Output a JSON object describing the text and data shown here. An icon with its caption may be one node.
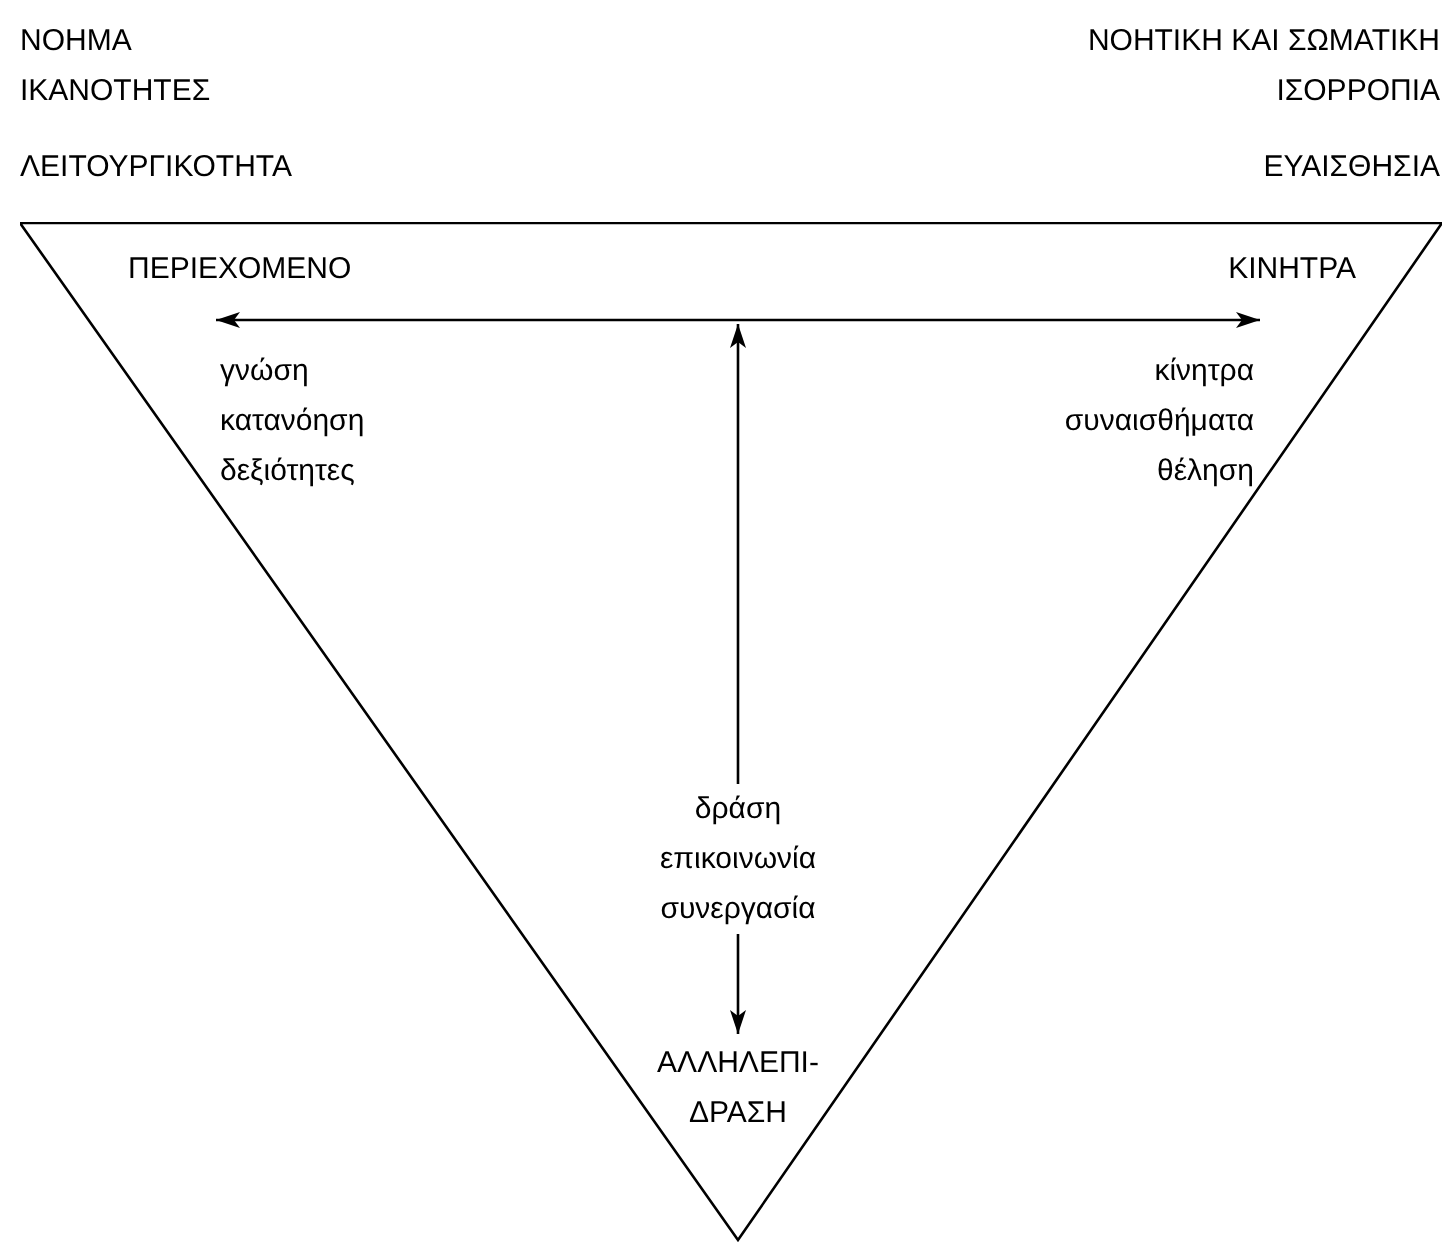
{
  "diagram": {
    "nodes": [
      {
        "text": [],
        "shape": "triangle"
      },
      {
        "text": [
          "ΠΕΡΙΕΧΟΜΕΝΟ",
          "γνώση κατανόηση δεξιότητες"
        ],
        "in": 0
      },
      {
        "text": [
          "ΚΙΝΗΤΡΑ",
          "κίνητρα συναισθήματα θέληση"
        ],
        "in": 0
      },
      {
        "text": [
          "δράση επικοινωνία συνεργασία"
        ],
        "in": 0
      },
      {
        "text": [
          "ΑΛΛΗΛΕΠΙ- ΔΡΑΣΗ"
        ],
        "in": 0
      }
    ],
    "edges": [
      {
        "from": 1,
        "to": 2,
        "arrow": "both"
      },
      {
        "from": 3,
        "to": null,
        "arrow": "to"
      },
      {
        "from": 3,
        "to": 4,
        "arrow": "to"
      }
    ],
    "labels": [
      "ΝΟΗΜΑ",
      "ΙΚΑΝΟΤΗΤΕΣ",
      "ΛΕΙΤΟΥΡΓΙΚΟΤΗΤΑ",
      "ΝΟΗΤΙΚΗ ΚΑΙ ΣΩΜΑΤΙΚΗ ΙΣΟΡΡΟΠΙΑ",
      "ΕΥΑΙΣΘΗΣΙΑ"
    ]
  }
}
